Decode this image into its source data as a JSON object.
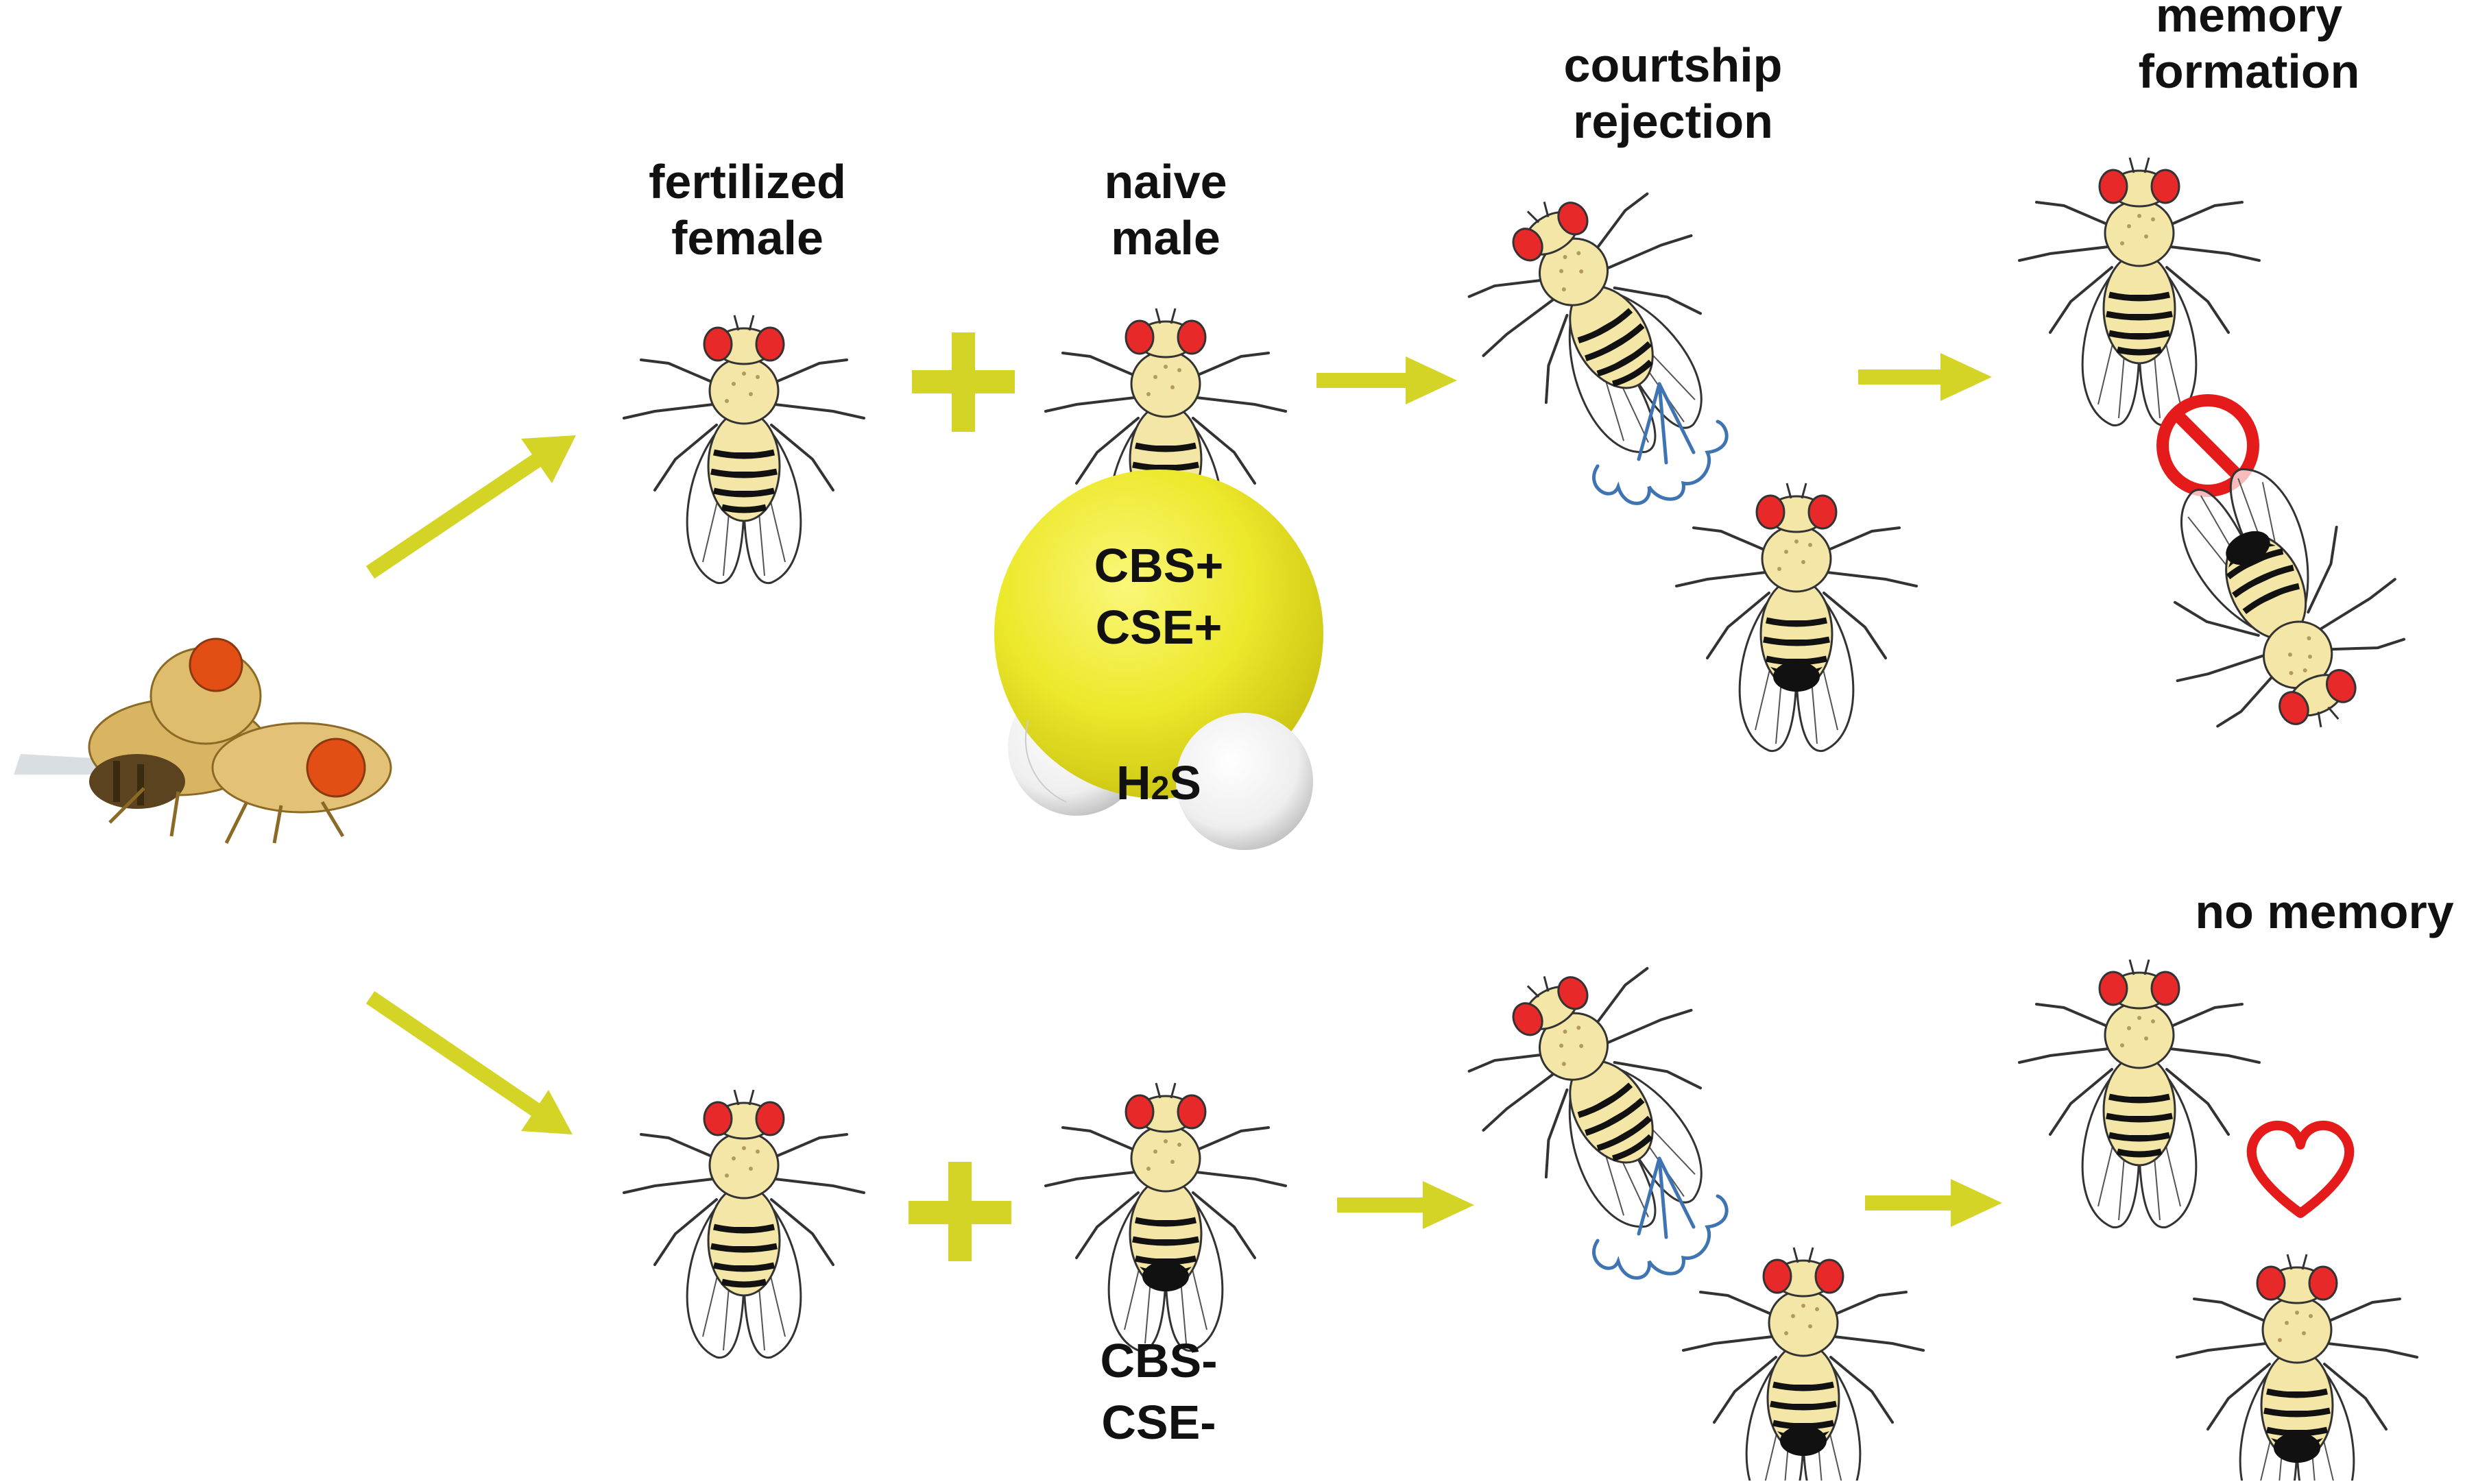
{
  "labels": {
    "fertilized_female": [
      "fertilized",
      "female"
    ],
    "naive_male": [
      "naive",
      "male"
    ],
    "courtship_rejection": [
      "courtship",
      "rejection"
    ],
    "memory_formation": [
      "memory",
      "formation"
    ],
    "no_memory": "no memory",
    "cbs_plus": "CBS+",
    "cse_plus": "CSE+",
    "h2s_h": "H",
    "h2s_sub": "2",
    "h2s_s": "S",
    "cbs_minus": "CBS-",
    "cse_minus": "CSE-"
  },
  "colors": {
    "arrow": "#d3d426",
    "molecule_sulfur": "#ece82a",
    "molecule_hydrogen": "#f2f2f2",
    "fly_eye": "#e8292a",
    "fly_body": "#f3e6a6",
    "stroke": "#222222",
    "spray": "#3f74b3",
    "symbol_red": "#e51b1b"
  },
  "icons": {
    "mating_photo": "mating-flies-photo",
    "fly": "fly-drawing",
    "plus": "plus-sign",
    "arrow": "arrow",
    "molecule": "h2s-molecule",
    "prohibit": "prohibition-icon",
    "heart": "heart-icon",
    "spray": "wing-vibration-spray"
  }
}
